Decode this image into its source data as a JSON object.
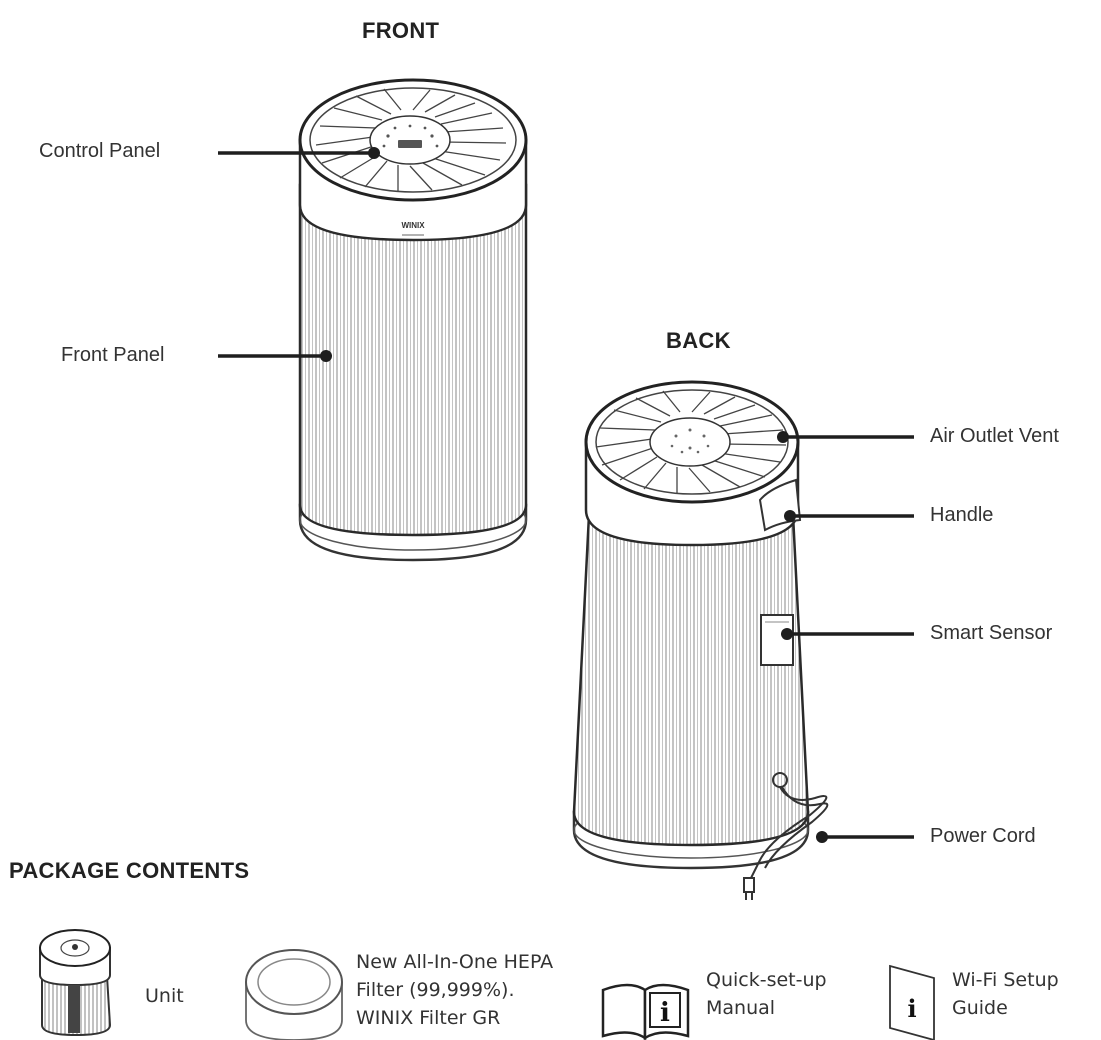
{
  "headings": {
    "front": "FRONT",
    "back": "BACK",
    "package": "PACKAGE CONTENTS"
  },
  "front_labels": {
    "control_panel": "Control Panel",
    "front_panel": "Front Panel"
  },
  "back_labels": {
    "air_outlet_vent": "Air Outlet Vent",
    "handle": "Handle",
    "smart_sensor": "Smart Sensor",
    "power_cord": "Power Cord"
  },
  "package_items": {
    "unit": {
      "label": "Unit"
    },
    "filter": {
      "lines": [
        "New All-In-One HEPA",
        "Filter (99,999%).",
        "WINIX Filter GR"
      ]
    },
    "manual": {
      "lines": [
        "Quick-set-up",
        "Manual"
      ],
      "glyph": "i"
    },
    "wifi": {
      "lines": [
        "Wi-Fi Setup",
        "Guide"
      ],
      "glyph": "i"
    }
  },
  "front_logo": {
    "text": "WINIX"
  },
  "colors": {
    "line": "#1e1e1e",
    "stroke": "#333333",
    "text": "#333333"
  }
}
